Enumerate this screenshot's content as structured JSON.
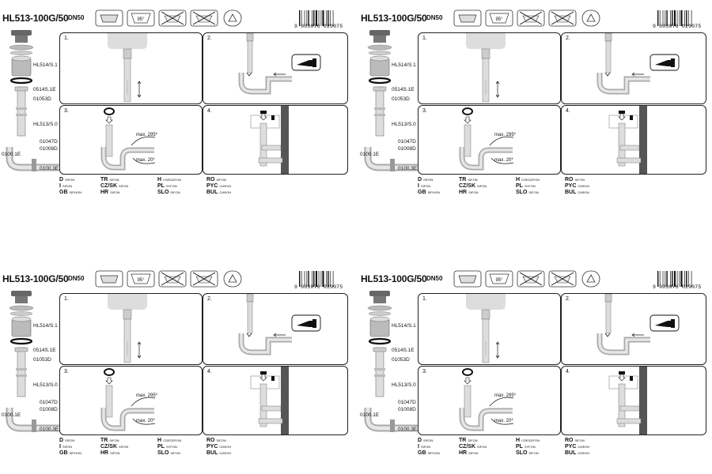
{
  "sheets": [
    {
      "title": "HL513-100G/50",
      "dn": "DN50",
      "barcode_number": "9 003076 029075",
      "icons": [
        {
          "name": "sink-basin-icon"
        },
        {
          "name": "temperature-icon",
          "text": "95°"
        },
        {
          "name": "no-tools-icon"
        },
        {
          "name": "no-solvent-icon"
        },
        {
          "name": "recycling-icon"
        }
      ],
      "parts": [
        "HL514/S.1",
        "0514S.1E",
        "01053D",
        "HL513/S.0",
        "01047D",
        "01008D",
        "0100.1E",
        "0100.3E"
      ],
      "steps": [
        {
          "num": "1."
        },
        {
          "num": "2."
        },
        {
          "num": "3.",
          "notes": [
            "max. 295*",
            "max. 20*"
          ]
        },
        {
          "num": "4."
        }
      ],
      "languages": [
        {
          "code": "D",
          "word": "SIFON"
        },
        {
          "code": "I",
          "word": "SIFON"
        },
        {
          "code": "GB",
          "word": "SIPHON"
        },
        {
          "code": "TR",
          "word": "SIFON"
        },
        {
          "code": "CZ/SK",
          "word": "SIFON"
        },
        {
          "code": "HR",
          "word": "SIFON"
        },
        {
          "code": "H",
          "word": "CSESZIFON"
        },
        {
          "code": "PL",
          "word": "SYFON"
        },
        {
          "code": "SLO",
          "word": "SIFON"
        },
        {
          "code": "RO",
          "word": "SIFON"
        },
        {
          "code": "PYC",
          "word": "СИФОН"
        },
        {
          "code": "BUL",
          "word": "СИФОН"
        }
      ]
    },
    {
      "title": "HL513-100G/50",
      "dn": "DN50",
      "barcode_number": "9 003076 029075",
      "icons": [
        {
          "name": "sink-basin-icon"
        },
        {
          "name": "temperature-icon",
          "text": "95°"
        },
        {
          "name": "no-tools-icon"
        },
        {
          "name": "no-solvent-icon"
        },
        {
          "name": "recycling-icon"
        }
      ],
      "parts": [
        "HL514/S.1",
        "0514S.1E",
        "01053D",
        "HL513/S.0",
        "01047D",
        "01008D",
        "0100.1E",
        "0100.3E"
      ],
      "steps": [
        {
          "num": "1."
        },
        {
          "num": "2."
        },
        {
          "num": "3.",
          "notes": [
            "max. 295*",
            "max. 20*"
          ]
        },
        {
          "num": "4."
        }
      ],
      "languages": [
        {
          "code": "D",
          "word": "SIFON"
        },
        {
          "code": "I",
          "word": "SIFON"
        },
        {
          "code": "GB",
          "word": "SIPHON"
        },
        {
          "code": "TR",
          "word": "SIFON"
        },
        {
          "code": "CZ/SK",
          "word": "SIFON"
        },
        {
          "code": "HR",
          "word": "SIFON"
        },
        {
          "code": "H",
          "word": "CSESZIFON"
        },
        {
          "code": "PL",
          "word": "SYFON"
        },
        {
          "code": "SLO",
          "word": "SIFON"
        },
        {
          "code": "RO",
          "word": "SIFON"
        },
        {
          "code": "PYC",
          "word": "СИФОН"
        },
        {
          "code": "BUL",
          "word": "СИФОН"
        }
      ]
    },
    {
      "title": "HL513-100G/50",
      "dn": "DN50",
      "barcode_number": "9 003076 029075",
      "icons": [
        {
          "name": "sink-basin-icon"
        },
        {
          "name": "temperature-icon",
          "text": "95°"
        },
        {
          "name": "no-tools-icon"
        },
        {
          "name": "no-solvent-icon"
        },
        {
          "name": "recycling-icon"
        }
      ],
      "parts": [
        "HL514/S.1",
        "0514S.1E",
        "01053D",
        "HL513/S.0",
        "01047D",
        "01008D",
        "0100.1E",
        "0100.3E"
      ],
      "steps": [
        {
          "num": "1."
        },
        {
          "num": "2."
        },
        {
          "num": "3.",
          "notes": [
            "max. 295*",
            "max. 20*"
          ]
        },
        {
          "num": "4."
        }
      ],
      "languages": [
        {
          "code": "D",
          "word": "SIFON"
        },
        {
          "code": "I",
          "word": "SIFON"
        },
        {
          "code": "GB",
          "word": "SIPHON"
        },
        {
          "code": "TR",
          "word": "SIFON"
        },
        {
          "code": "CZ/SK",
          "word": "SIFON"
        },
        {
          "code": "HR",
          "word": "SIFON"
        },
        {
          "code": "H",
          "word": "CSESZIFON"
        },
        {
          "code": "PL",
          "word": "SYFON"
        },
        {
          "code": "SLO",
          "word": "SIFON"
        },
        {
          "code": "RO",
          "word": "SIFON"
        },
        {
          "code": "PYC",
          "word": "СИФОН"
        },
        {
          "code": "BUL",
          "word": "СИФОН"
        }
      ]
    },
    {
      "title": "HL513-100G/50",
      "dn": "DN50",
      "barcode_number": "9 003076 029075",
      "icons": [
        {
          "name": "sink-basin-icon"
        },
        {
          "name": "temperature-icon",
          "text": "95°"
        },
        {
          "name": "no-tools-icon"
        },
        {
          "name": "no-solvent-icon"
        },
        {
          "name": "recycling-icon"
        }
      ],
      "parts": [
        "HL514/S.1",
        "0514S.1E",
        "01053D",
        "HL513/S.0",
        "01047D",
        "01008D",
        "0100.1E",
        "0100.3E"
      ],
      "steps": [
        {
          "num": "1."
        },
        {
          "num": "2."
        },
        {
          "num": "3.",
          "notes": [
            "max. 295*",
            "max. 20*"
          ]
        },
        {
          "num": "4."
        }
      ],
      "languages": [
        {
          "code": "D",
          "word": "SIFON"
        },
        {
          "code": "I",
          "word": "SIFON"
        },
        {
          "code": "GB",
          "word": "SIPHON"
        },
        {
          "code": "TR",
          "word": "SIFON"
        },
        {
          "code": "CZ/SK",
          "word": "SIFON"
        },
        {
          "code": "HR",
          "word": "SIFON"
        },
        {
          "code": "H",
          "word": "CSESZIFON"
        },
        {
          "code": "PL",
          "word": "SYFON"
        },
        {
          "code": "SLO",
          "word": "SIFON"
        },
        {
          "code": "RO",
          "word": "SIFON"
        },
        {
          "code": "PYC",
          "word": "СИФОН"
        },
        {
          "code": "BUL",
          "word": "СИФОН"
        }
      ]
    }
  ]
}
